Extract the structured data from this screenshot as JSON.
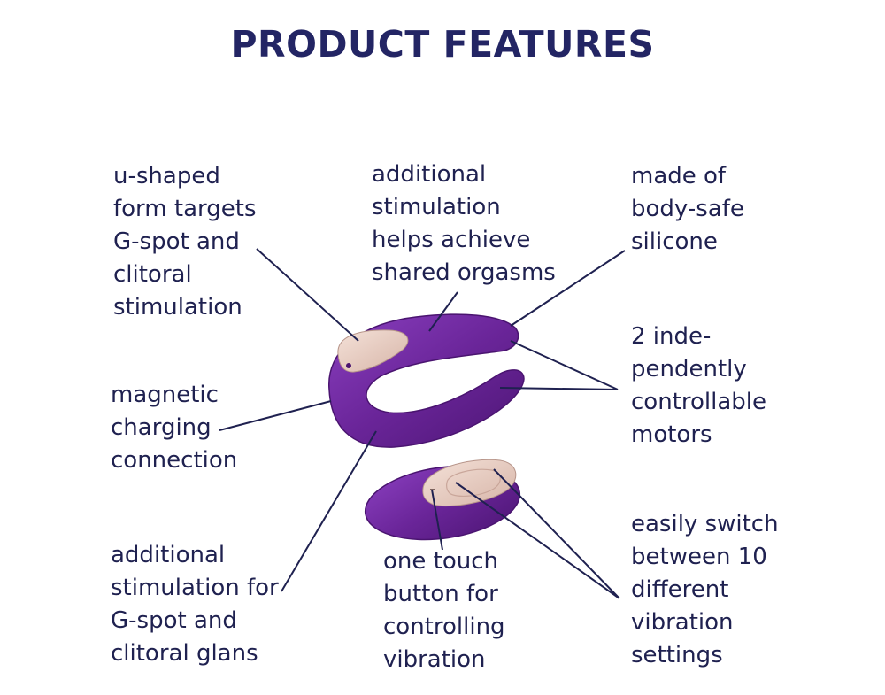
{
  "title": "PRODUCT FEATURES",
  "features": {
    "u_shaped": "u-shaped\nform targets\nG-spot and\nclitoral\nstimulation",
    "shared": "additional\nstimulation\nhelps achieve\nshared orgasms",
    "silicone": "made of\nbody-safe\nsilicone",
    "motors": "2 inde-\npendently\ncontrollable\nmotors",
    "magnetic": "magnetic\ncharging\nconnection",
    "gspot": "additional\nstimulation for\nG-spot and\nclitoral glans",
    "one_touch": "one touch\nbutton for\ncontrolling\nvibration",
    "switch": "easily switch\nbetween 10\ndifferent\nvibration\nsettings"
  },
  "colors": {
    "text": "#1f2150",
    "title": "#232564",
    "product_purple": "#5e1f8c",
    "product_highlight": "#8a3fbf",
    "control_pad": "#ead2c8",
    "leader_line": "#1f2150"
  }
}
